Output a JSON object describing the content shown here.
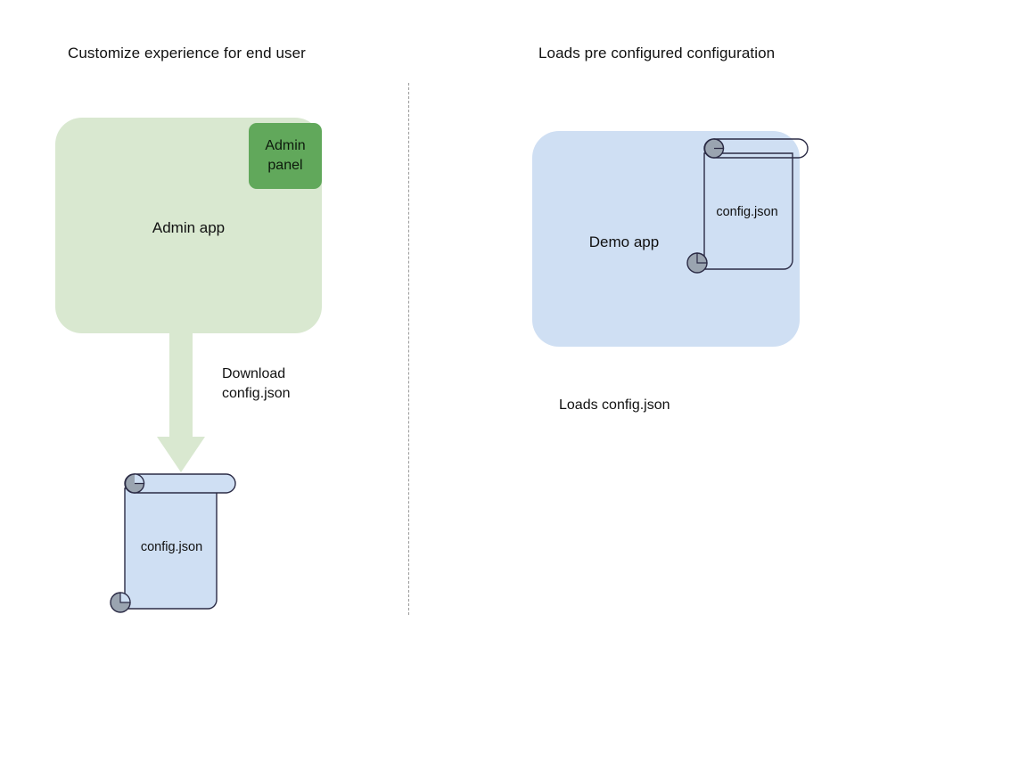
{
  "diagram": {
    "title_left": "Customize experience for end user",
    "title_right": "Loads pre configured configuration",
    "divider": {
      "name": "vertical-dashed-divider"
    }
  },
  "left_flow": {
    "app_box": {
      "label": "Admin app",
      "fill": "#d9e8d0"
    },
    "admin_panel": {
      "label": "Admin\npanel",
      "line1": "Admin",
      "line2": "panel",
      "fill": "#61a85b"
    },
    "arrow": {
      "label_line1": "Download",
      "label_line2": "config.json",
      "fill": "#d9e8d0",
      "direction": "down"
    },
    "document": {
      "label": "config.json",
      "fill": "#cfdff3",
      "stroke": "#2b2b45",
      "curl_fill": "#9aa4b0"
    }
  },
  "right_flow": {
    "app_box": {
      "label": "Demo app",
      "fill": "#cfdff3"
    },
    "document": {
      "label": "config.json",
      "fill": "none",
      "stroke": "#2b2b45",
      "curl_fill": "#9aa4b0"
    },
    "caption": "Loads config.json"
  }
}
